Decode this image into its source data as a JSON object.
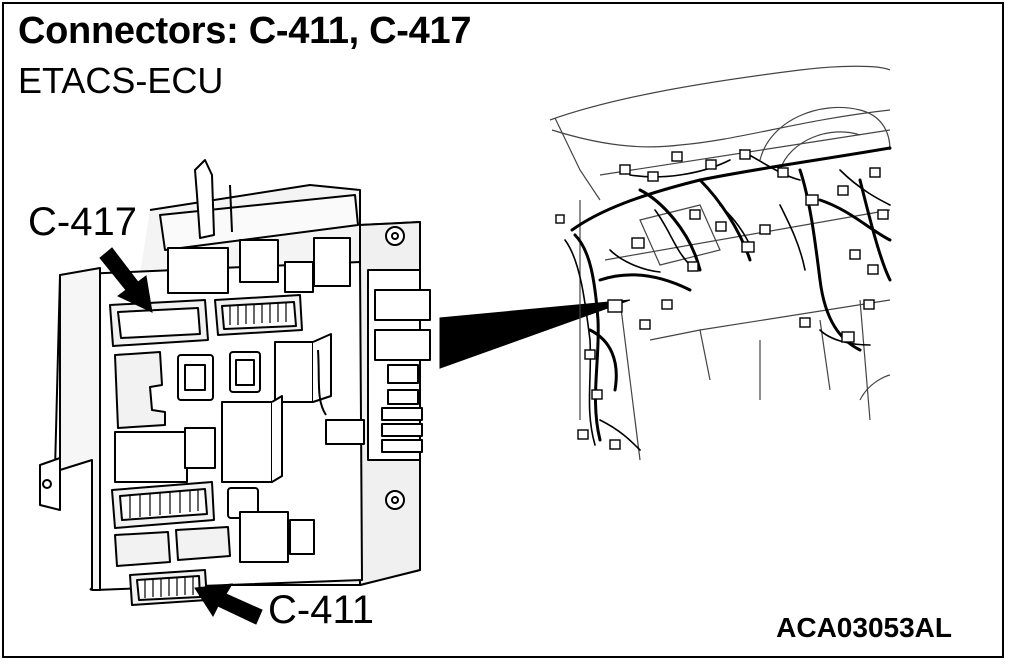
{
  "diagram": {
    "title": "Connectors: C-411, C-417",
    "subtitle": "ETACS-ECU",
    "labels": {
      "c417": "C-417",
      "c411": "C-411"
    },
    "figure_code": "ACA03053AL"
  },
  "colors": {
    "line": "#000000",
    "background": "#ffffff",
    "shading": "#e8e8e8"
  }
}
